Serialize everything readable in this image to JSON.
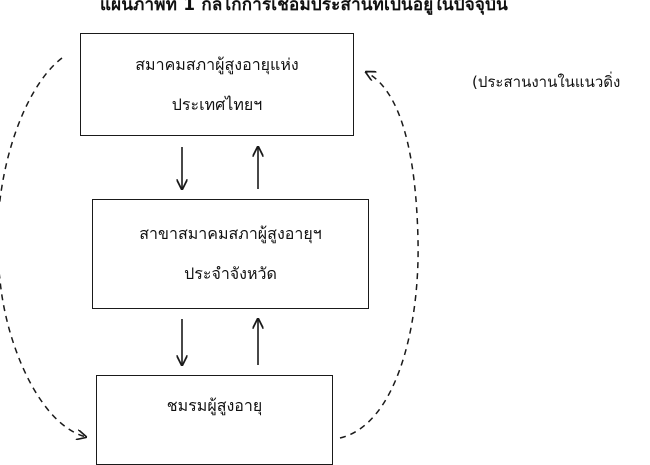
{
  "title": "แผนภาพที่ 1 กลไกการเชื่อมประสานที่เป็นอยู่ในปัจจุบัน",
  "boxes": [
    {
      "line1": "สมาคมสภาผู้สูงอายุแห่ง",
      "line2": "ประเทศไทยฯ"
    },
    {
      "line1": "สาขาสมาคมสภาผู้สูงอายุฯ",
      "line2": "ประจำจังหวัด"
    },
    {
      "line1": "ชมรมผู้สูงอายุ",
      "line2": ""
    }
  ],
  "note": "(ประสานงานในแนวดิ่ง",
  "colors": {
    "line": "#1a1a1a",
    "background": "#ffffff"
  }
}
